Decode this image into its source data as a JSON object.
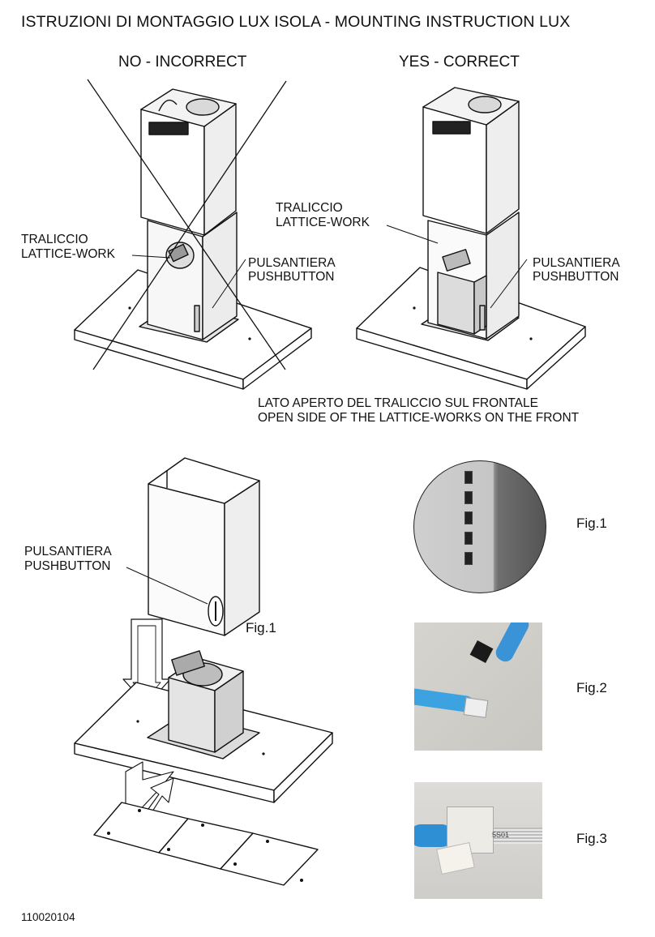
{
  "title": "ISTRUZIONI DI MONTAGGIO LUX ISOLA - MOUNTING INSTRUCTION LUX",
  "sections": {
    "incorrect_heading": "NO - INCORRECT",
    "correct_heading": "YES - CORRECT"
  },
  "labels": {
    "traliccio": "TRALICCIO",
    "lattice_work": "LATTICE-WORK",
    "pulsantiera": "PULSANTIERA",
    "pushbutton": "PUSHBUTTON"
  },
  "note": {
    "line1": "LATO APERTO DEL TRALICCIO SUL FRONTALE",
    "line2": "OPEN SIDE OF THE LATTICE-WORKS ON THE FRONT"
  },
  "figures": {
    "fig1": "Fig.1",
    "fig2": "Fig.2",
    "fig3": "Fig.3"
  },
  "photo_text": {
    "connector_print": "5S01"
  },
  "doc_code": "110020104"
}
